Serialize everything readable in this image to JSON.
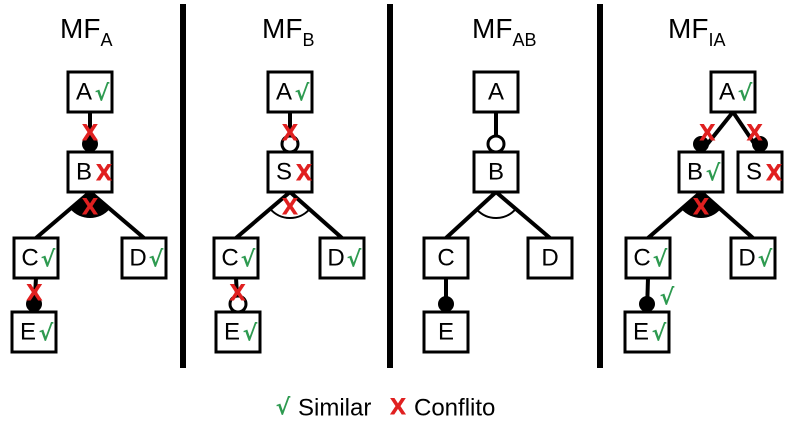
{
  "colors": {
    "similar": "#2e9a50",
    "conflict": "#e02020"
  },
  "symbols": {
    "similar": "√",
    "conflict": "X"
  },
  "panels": [
    {
      "id": "a",
      "title": {
        "main": "MF",
        "sub": "A"
      },
      "nodes": [
        {
          "id": "A",
          "label": "A",
          "mark": "similar"
        },
        {
          "id": "B",
          "label": "B",
          "mark": "conflict"
        },
        {
          "id": "C",
          "label": "C",
          "mark": "similar"
        },
        {
          "id": "D",
          "label": "D",
          "mark": "similar"
        },
        {
          "id": "E",
          "label": "E",
          "mark": "similar"
        }
      ],
      "edges": [
        {
          "from": "A",
          "to": "B",
          "kind": "mandatory",
          "mark": "conflict"
        },
        {
          "from": "B",
          "to": "C",
          "kind": "or",
          "mark": "conflict"
        },
        {
          "from": "B",
          "to": "D",
          "kind": "or"
        },
        {
          "from": "C",
          "to": "E",
          "kind": "mandatory",
          "mark": "conflict"
        }
      ]
    },
    {
      "id": "b",
      "title": {
        "main": "MF",
        "sub": "B"
      },
      "nodes": [
        {
          "id": "A",
          "label": "A",
          "mark": "similar"
        },
        {
          "id": "S",
          "label": "S",
          "mark": "conflict"
        },
        {
          "id": "C",
          "label": "C",
          "mark": "similar"
        },
        {
          "id": "D",
          "label": "D",
          "mark": "similar"
        },
        {
          "id": "E",
          "label": "E",
          "mark": "similar"
        }
      ],
      "edges": [
        {
          "from": "A",
          "to": "S",
          "kind": "optional",
          "mark": "conflict"
        },
        {
          "from": "S",
          "to": "C",
          "kind": "alternative",
          "mark": "conflict"
        },
        {
          "from": "S",
          "to": "D",
          "kind": "alternative"
        },
        {
          "from": "C",
          "to": "E",
          "kind": "optional",
          "mark": "conflict"
        }
      ]
    },
    {
      "id": "ab",
      "title": {
        "main": "MF",
        "sub": "AB"
      },
      "nodes": [
        {
          "id": "A",
          "label": "A"
        },
        {
          "id": "B",
          "label": "B"
        },
        {
          "id": "C",
          "label": "C"
        },
        {
          "id": "D",
          "label": "D"
        },
        {
          "id": "E",
          "label": "E"
        }
      ],
      "edges": [
        {
          "from": "A",
          "to": "B",
          "kind": "optional"
        },
        {
          "from": "B",
          "to": "C",
          "kind": "alternative"
        },
        {
          "from": "B",
          "to": "D",
          "kind": "alternative"
        },
        {
          "from": "C",
          "to": "E",
          "kind": "mandatory"
        }
      ]
    },
    {
      "id": "ia",
      "title": {
        "main": "MF",
        "sub": "IA"
      },
      "nodes": [
        {
          "id": "A",
          "label": "A",
          "mark": "similar"
        },
        {
          "id": "B",
          "label": "B",
          "mark": "similar"
        },
        {
          "id": "S",
          "label": "S",
          "mark": "conflict"
        },
        {
          "id": "C",
          "label": "C",
          "mark": "similar"
        },
        {
          "id": "D",
          "label": "D",
          "mark": "similar"
        },
        {
          "id": "E",
          "label": "E",
          "mark": "similar"
        }
      ],
      "edges": [
        {
          "from": "A",
          "to": "B",
          "kind": "mandatory",
          "mark": "conflict"
        },
        {
          "from": "A",
          "to": "S",
          "kind": "mandatory",
          "mark": "conflict"
        },
        {
          "from": "B",
          "to": "C",
          "kind": "or",
          "mark": "conflict"
        },
        {
          "from": "B",
          "to": "D",
          "kind": "or"
        },
        {
          "from": "C",
          "to": "E",
          "kind": "mandatory",
          "mark": "similar"
        }
      ]
    }
  ],
  "legend": {
    "similar_label": "Similar",
    "conflict_label": "Conflito"
  }
}
